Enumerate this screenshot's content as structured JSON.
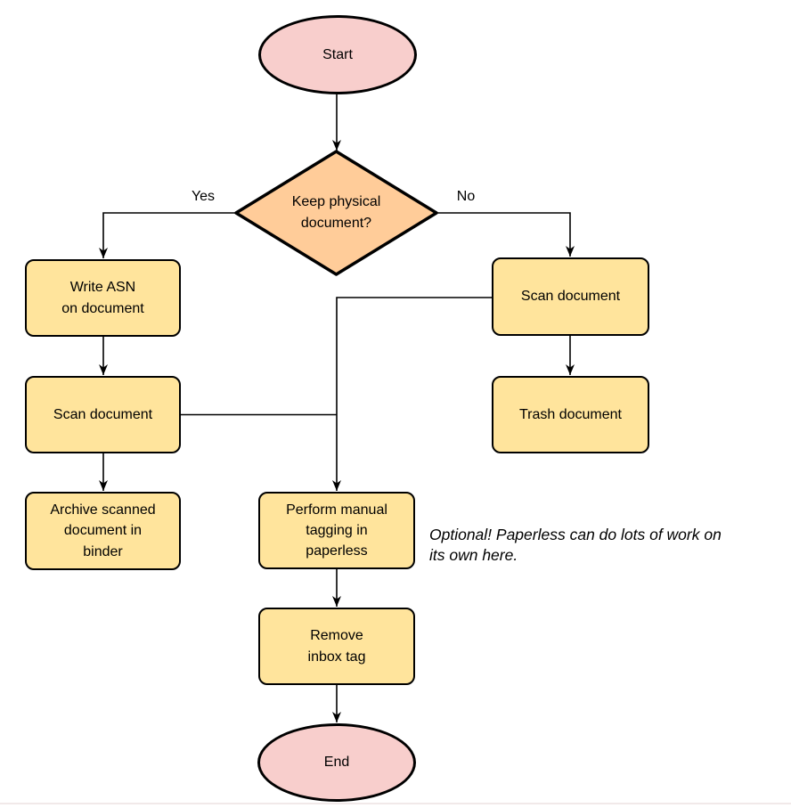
{
  "diagram": {
    "type": "flowchart",
    "nodes": {
      "start": {
        "label": "Start",
        "shape": "ellipse"
      },
      "decision": {
        "label": "Keep physical\ndocument?",
        "shape": "diamond"
      },
      "write_asn": {
        "label": "Write ASN\non document",
        "shape": "rounded-rect"
      },
      "scan_left": {
        "label": "Scan document",
        "shape": "rounded-rect"
      },
      "archive": {
        "label": "Archive scanned\ndocument in\nbinder",
        "shape": "rounded-rect"
      },
      "scan_right": {
        "label": "Scan document",
        "shape": "rounded-rect"
      },
      "trash": {
        "label": "Trash document",
        "shape": "rounded-rect"
      },
      "tagging": {
        "label": "Perform manual\ntagging in\npaperless",
        "shape": "rounded-rect"
      },
      "remove_inbox": {
        "label": "Remove\ninbox tag",
        "shape": "rounded-rect"
      },
      "end": {
        "label": "End",
        "shape": "ellipse"
      }
    },
    "edge_labels": {
      "yes": "Yes",
      "no": "No"
    },
    "note": "Optional! Paperless can do lots of work on\nits own here.",
    "edges": [
      {
        "from": "start",
        "to": "decision"
      },
      {
        "from": "decision",
        "to": "write_asn",
        "label": "Yes"
      },
      {
        "from": "decision",
        "to": "scan_right",
        "label": "No"
      },
      {
        "from": "write_asn",
        "to": "scan_left"
      },
      {
        "from": "scan_left",
        "to": "archive"
      },
      {
        "from": "scan_right",
        "to": "trash"
      },
      {
        "from": "scan_left",
        "to": "tagging"
      },
      {
        "from": "scan_right",
        "to": "tagging"
      },
      {
        "from": "tagging",
        "to": "remove_inbox"
      },
      {
        "from": "remove_inbox",
        "to": "end"
      }
    ],
    "colors": {
      "terminal_fill": "#F8CECC",
      "decision_fill": "#FFCC99",
      "process_fill": "#FFE49C",
      "stroke": "#000000",
      "connector": "#000000",
      "background": "#ffffff"
    }
  }
}
